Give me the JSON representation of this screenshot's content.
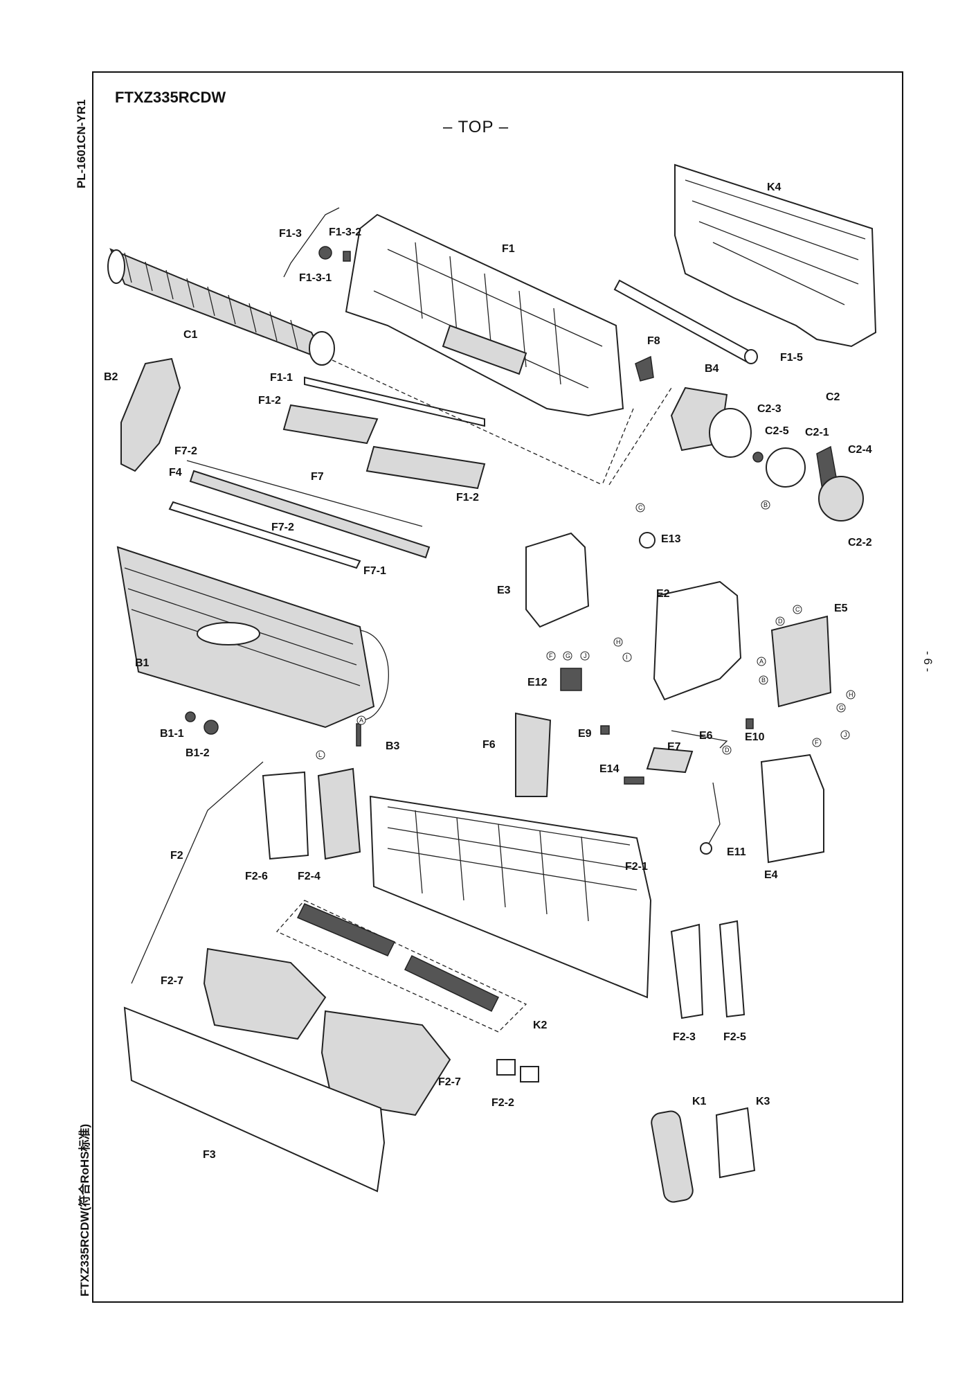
{
  "header": {
    "model": "FTXZ335RCDW",
    "orientation": "– TOP –",
    "doc_code": "PL-1601CN-YR1",
    "footer_model": "FTXZ335RCDW(符合RoHS标准)",
    "page_number": "- 6 -"
  },
  "parts": {
    "C1": "C1",
    "B2": "B2",
    "B1": "B1",
    "B1_1": "B1-1",
    "B1_2": "B1-2",
    "B3": "B3",
    "B4": "B4",
    "F1": "F1",
    "F1_1": "F1-1",
    "F1_2a": "F1-2",
    "F1_2b": "F1-2",
    "F1_3": "F1-3",
    "F1_3_1": "F1-3-1",
    "F1_3_2": "F1-3-2",
    "F1_5": "F1-5",
    "F2": "F2",
    "F2_1": "F2-1",
    "F2_2": "F2-2",
    "F2_3": "F2-3",
    "F2_4": "F2-4",
    "F2_5": "F2-5",
    "F2_6": "F2-6",
    "F2_7a": "F2-7",
    "F2_7b": "F2-7",
    "F3": "F3",
    "F4": "F4",
    "F6": "F6",
    "F7": "F7",
    "F7_1": "F7-1",
    "F7_2a": "F7-2",
    "F7_2b": "F7-2",
    "F8": "F8",
    "C2": "C2",
    "C2_1": "C2-1",
    "C2_2": "C2-2",
    "C2_3": "C2-3",
    "C2_4": "C2-4",
    "C2_5": "C2-5",
    "E2": "E2",
    "E3": "E3",
    "E4": "E4",
    "E5": "E5",
    "E6": "E6",
    "E7": "E7",
    "E9": "E9",
    "E10": "E10",
    "E11": "E11",
    "E12": "E12",
    "E13": "E13",
    "E14": "E14",
    "K1": "K1",
    "K2": "K2",
    "K3": "K3",
    "K4": "K4"
  },
  "connectors": {
    "A": "A",
    "B": "B",
    "C": "C",
    "D": "D",
    "F": "F",
    "G": "G",
    "H": "H",
    "I": "I",
    "J": "J",
    "L": "L"
  }
}
